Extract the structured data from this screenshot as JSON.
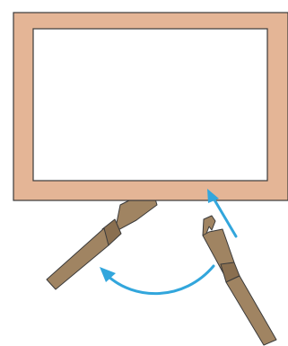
{
  "colors": {
    "background": "#ffffff",
    "frame_fill": "#e4b596",
    "frame_stroke": "#3a3a3a",
    "leg_fill": "#a08462",
    "leg_fill_dark": "#8a6f50",
    "leg_stroke": "#3a3a3a",
    "arrow": "#32a6dc"
  },
  "icons": {
    "frame": "picture-frame",
    "leg_folded": "easel-leg-folded",
    "leg_hooked": "easel-leg-with-hook",
    "arrow_rotate": "curved-rotate-arrow",
    "arrow_insert": "straight-insert-arrow"
  }
}
